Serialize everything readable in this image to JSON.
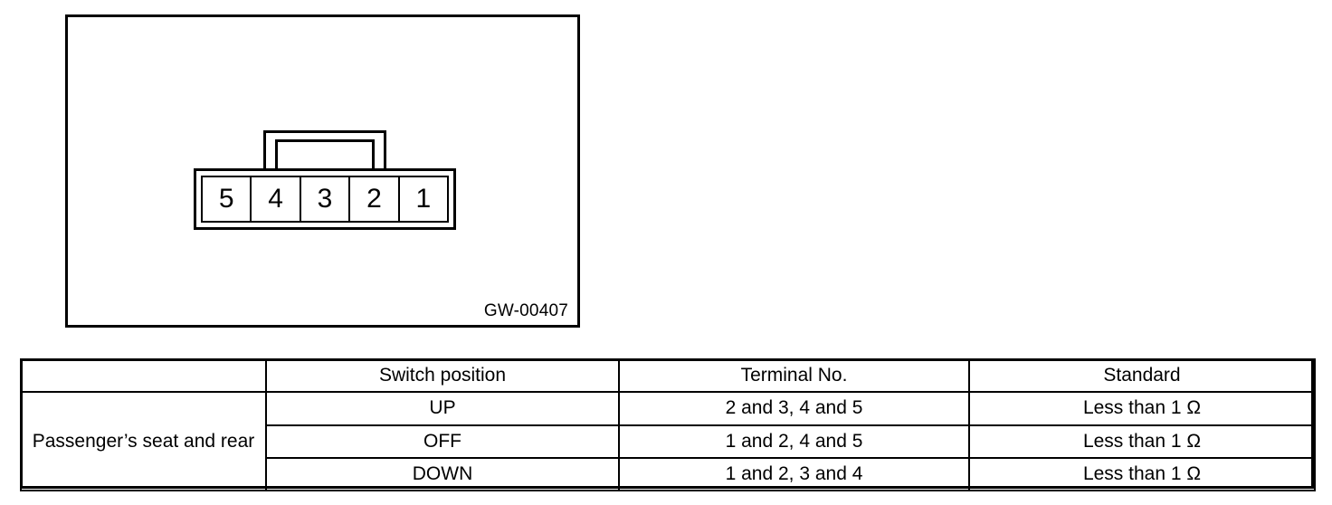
{
  "figure": {
    "code_label": "GW-00407",
    "connector": {
      "name": "5-pin connector pinout",
      "terminals": [
        "5",
        "4",
        "3",
        "2",
        "1"
      ]
    }
  },
  "table": {
    "headers": {
      "category": "",
      "switch_position": "Switch position",
      "terminal_no": "Terminal No.",
      "standard": "Standard"
    },
    "category_label": "Passenger’s seat and rear",
    "rows": [
      {
        "switch_position": "UP",
        "terminal_no": "2 and 3, 4 and 5",
        "standard": "Less than 1 Ω"
      },
      {
        "switch_position": "OFF",
        "terminal_no": "1 and 2, 4 and 5",
        "standard": "Less than 1 Ω"
      },
      {
        "switch_position": "DOWN",
        "terminal_no": "1 and 2, 3 and 4",
        "standard": "Less than 1 Ω"
      }
    ]
  }
}
